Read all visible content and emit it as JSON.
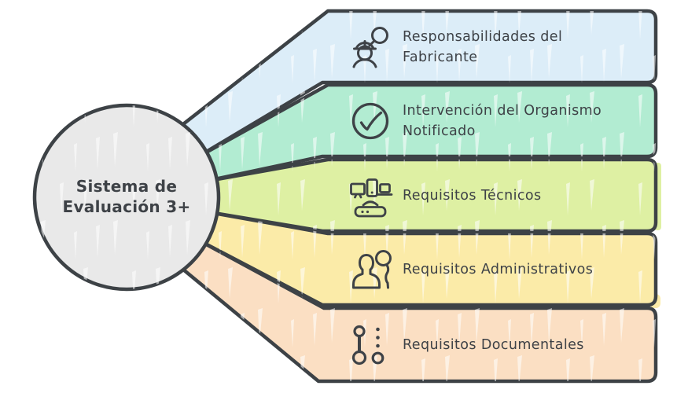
{
  "diagram": {
    "title_circle": {
      "label": "Sistema de\nEvaluación 3+",
      "fill_color": "#e9e9e9"
    },
    "style": {
      "stroke_color": "#3d4246",
      "text_color": "#3e4247",
      "background_color": "#ffffff"
    },
    "bands": [
      {
        "label": "Responsabilidades del\nFabricante",
        "icon": "engineer-search-icon",
        "color": "#dcedf8"
      },
      {
        "label": "Intervención del Organismo\nNotificado",
        "icon": "check-circle-icon",
        "color": "#b2ecd2"
      },
      {
        "label": "Requisitos Técnicos",
        "icon": "devices-network-icon",
        "color": "#def0a3"
      },
      {
        "label": "Requisitos Administrativos",
        "icon": "user-search-icon",
        "color": "#fbeba8"
      },
      {
        "label": "Requisitos Documentales",
        "icon": "milestones-icon",
        "color": "#fbdfc3"
      }
    ]
  }
}
